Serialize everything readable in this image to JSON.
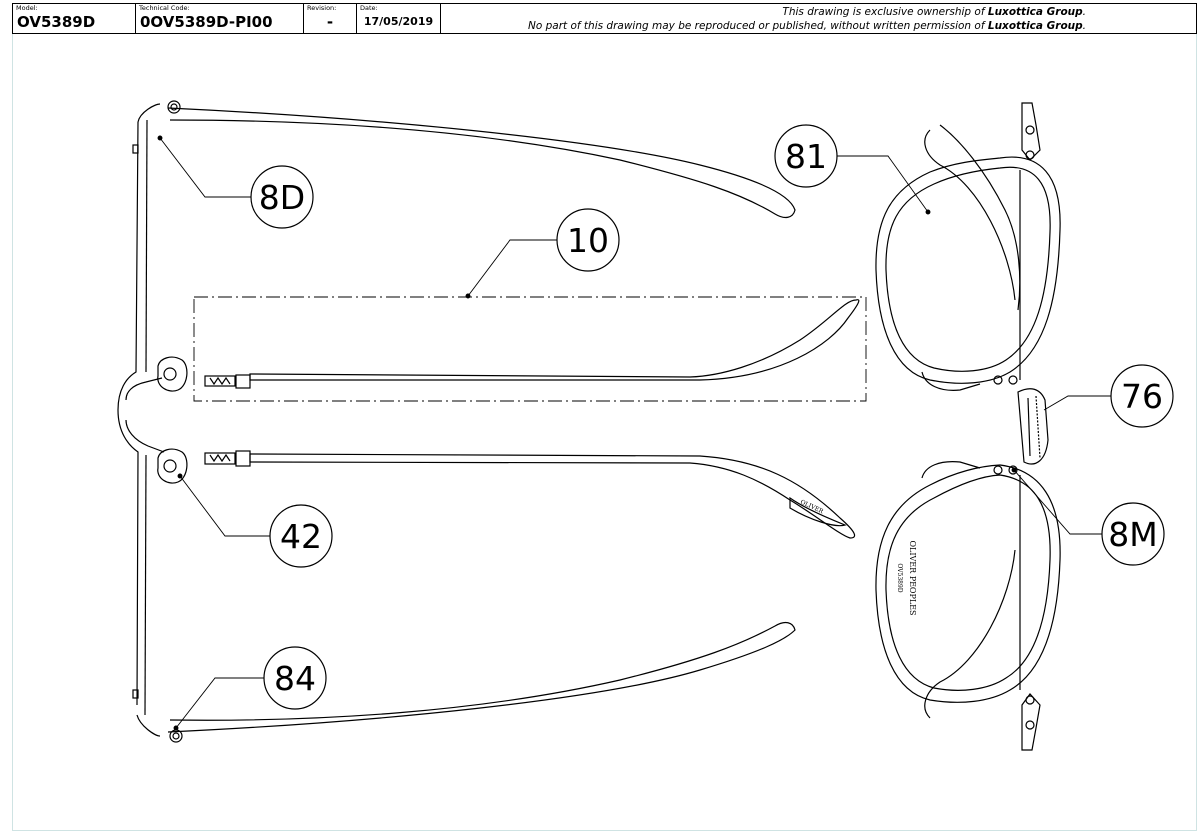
{
  "title_block": {
    "model_label": "Model:",
    "model_value": "OV5389D",
    "technical_code_label": "Technical Code:",
    "technical_code_value": "0OV5389D-PI00",
    "revision_label": "Revision:",
    "revision_value": "-",
    "date_label": "Date:",
    "date_value": "17/05/2019",
    "notice_line1_prefix": "This drawing is exclusive ownership of ",
    "notice_line1_owner": "Luxottica Group",
    "notice_line1_suffix": ".",
    "notice_line2_prefix": "No part of this drawing may be reproduced or published, without written permission of ",
    "notice_line2_owner": "Luxottica Group",
    "notice_line2_suffix": "."
  },
  "callouts": {
    "c8d": "8D",
    "c10": "10",
    "c42": "42",
    "c84": "84",
    "c81": "81",
    "c76": "76",
    "c8m": "8M"
  },
  "lens_marking": {
    "brand": "OLIVER PEOPLES",
    "sub": "OV5389D"
  },
  "temple_logo": "OLIVER",
  "colors": {
    "line": "#000000",
    "sheet_border": "#cfe3e3"
  }
}
